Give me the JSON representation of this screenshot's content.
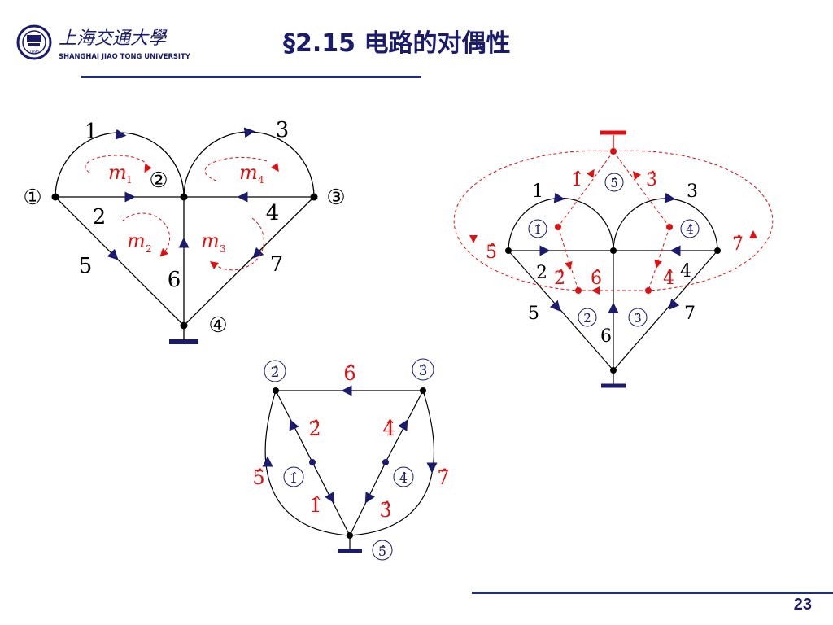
{
  "header": {
    "logo_cn": "上海交通大學",
    "logo_en": "SHANGHAI  JIAO TONG  UNIVERSITY",
    "logo_year": "1896",
    "title": "§2.15  电路的对偶性"
  },
  "page_number": "23",
  "colors": {
    "navy": "#1a1a6e",
    "red": "#e01010",
    "black": "#000000"
  },
  "graph_a": {
    "nodes": [
      "①",
      "②",
      "③",
      "④"
    ],
    "branches": [
      "1",
      "2",
      "3",
      "4",
      "5",
      "6",
      "7"
    ],
    "meshes": [
      {
        "m": "m",
        "sub": "1"
      },
      {
        "m": "m",
        "sub": "2"
      },
      {
        "m": "m",
        "sub": "3"
      },
      {
        "m": "m",
        "sub": "4"
      }
    ]
  },
  "graph_b": {
    "branches": [
      "1",
      "2",
      "3",
      "4",
      "5",
      "6",
      "7"
    ],
    "dual_branches": [
      "1̂",
      "2̂",
      "3̂",
      "4̂",
      "5̂",
      "6̂",
      "7̂"
    ],
    "dual_nodes": [
      "1̂",
      "2̂",
      "3̂",
      "4̂",
      "5̂"
    ]
  },
  "graph_c": {
    "nodes": [
      "1̂",
      "2̂",
      "3̂",
      "4̂",
      "5̂"
    ],
    "branches": [
      "1̂",
      "2̂",
      "3̂",
      "4̂",
      "5̂",
      "6̂",
      "7̂"
    ]
  }
}
